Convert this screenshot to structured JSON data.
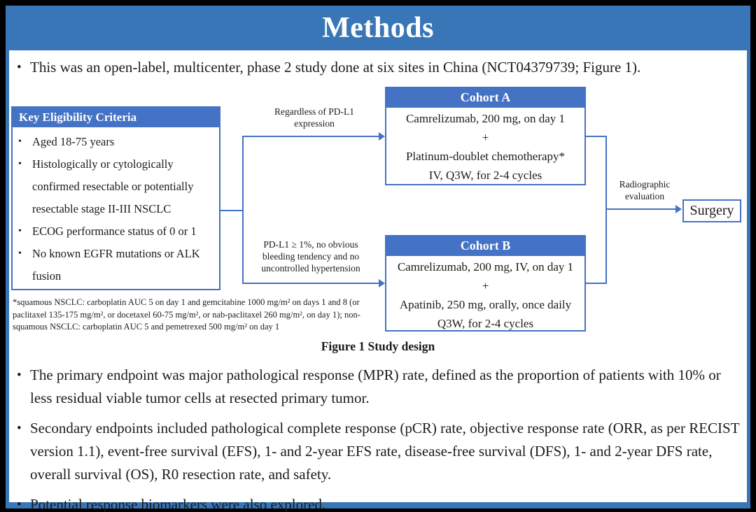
{
  "colors": {
    "title_band": "#3876B8",
    "diagram_accent": "#4472C4"
  },
  "header": {
    "title": "Methods"
  },
  "intro": {
    "bullet": "This was an open-label, multicenter, phase 2 study done at six sites in China (NCT04379739; Figure 1)."
  },
  "figure": {
    "caption": "Figure 1 Study design",
    "eligibility": {
      "header": "Key Eligibility Criteria",
      "items": [
        "Aged 18-75 years",
        "Histologically or cytologically confirmed resectable or potentially resectable stage II-III NSCLC",
        "ECOG performance status of 0 or 1",
        "No known EGFR mutations or ALK fusion"
      ]
    },
    "branches": {
      "top_label": "Regardless of PD-L1 expression",
      "bottom_label": "PD-L1 ≥ 1%, no obvious bleeding tendency and no uncontrolled hypertension"
    },
    "cohort_a": {
      "header": "Cohort A",
      "lines": [
        "Camrelizumab, 200 mg, on day 1",
        "+",
        "Platinum-doublet chemotherapy*",
        "IV, Q3W, for 2-4 cycles"
      ]
    },
    "cohort_b": {
      "header": "Cohort B",
      "lines": [
        "Camrelizumab, 200 mg, IV, on day 1",
        "+",
        "Apatinib, 250 mg, orally, once daily",
        "Q3W, for 2-4 cycles"
      ]
    },
    "evaluation_label": "Radiographic evaluation",
    "surgery_label": "Surgery",
    "footnote": "*squamous NSCLC: carboplatin AUC 5 on day 1 and gemcitabine 1000 mg/m² on days 1 and 8 (or paclitaxel 135-175 mg/m², or docetaxel 60-75 mg/m², or nab-paclitaxel 260 mg/m², on day 1); non-squamous NSCLC: carboplatin AUC 5 and pemetrexed 500 mg/m² on day 1"
  },
  "bullets": [
    "The primary endpoint was major pathological response (MPR) rate, defined as the proportion of patients with 10% or less residual viable tumor cells at resected primary tumor.",
    "Secondary endpoints included pathological complete response (pCR) rate, objective response rate (ORR, as per RECIST version 1.1), event-free survival (EFS), 1- and 2-year EFS rate, disease-free survival (DFS), 1- and 2-year DFS rate, overall survival (OS), R0 resection rate, and safety.",
    "Potential response biomarkers were also explored."
  ],
  "bullet_glyph": "•"
}
